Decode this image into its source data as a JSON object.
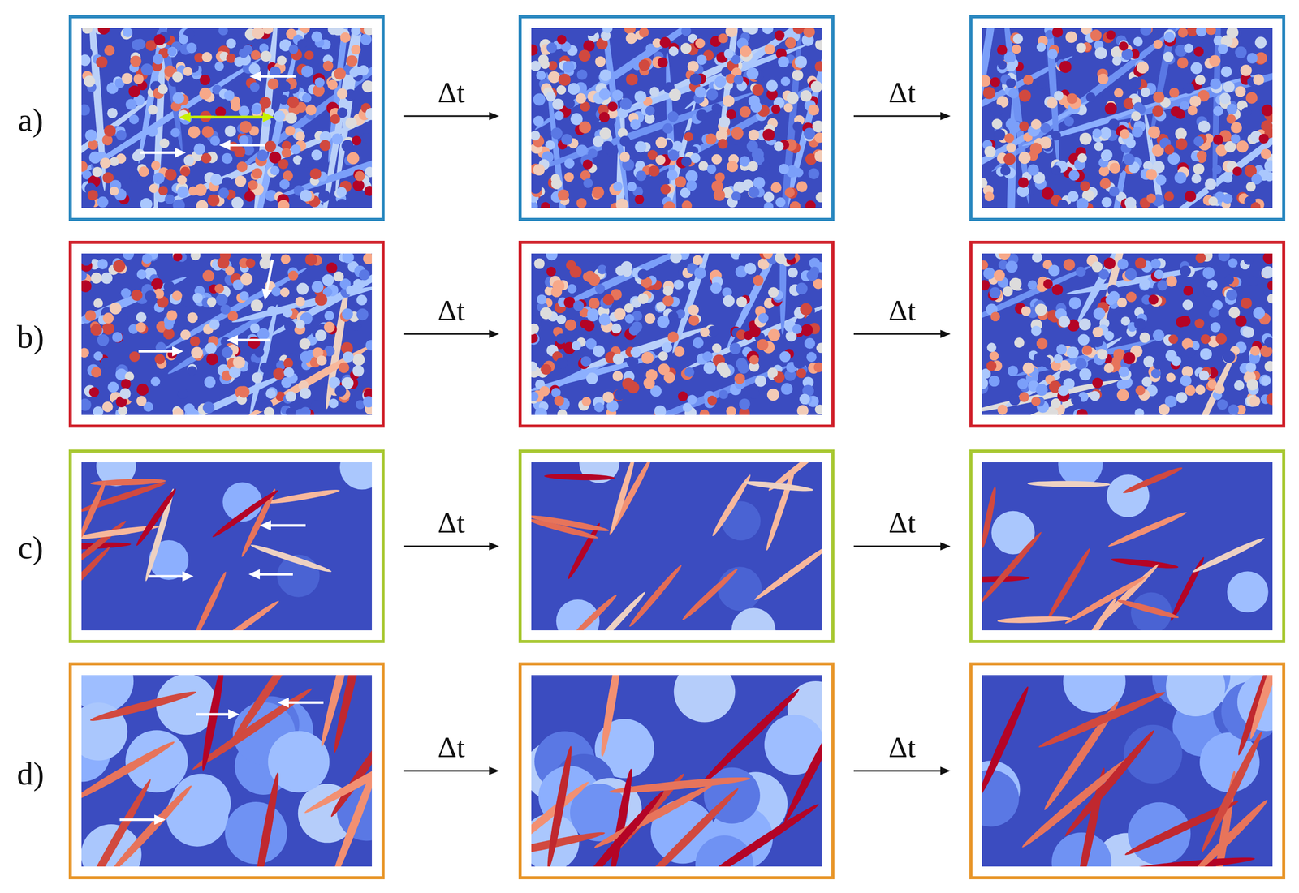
{
  "diagram": {
    "labels": [
      "a)",
      "Δt",
      "Δt",
      "b)",
      "Δt",
      "Δt",
      "c)",
      "Δt",
      "Δt",
      "d)",
      "Δt",
      "Δt"
    ]
  }
}
